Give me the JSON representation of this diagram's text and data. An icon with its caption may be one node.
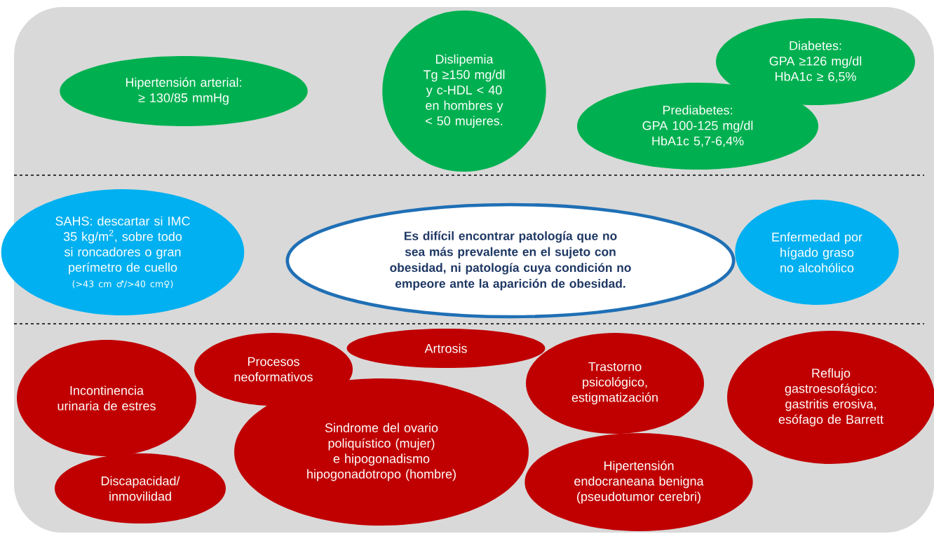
{
  "diagram": {
    "nodes": [
      {
        "text": [
          "Hipertensión arterial:",
          "≥ 130/85 mmHg"
        ]
      },
      {
        "text": [
          "Dislipemia",
          "Tg ≥150 mg/dl y c-HDL < 40 en hombres y < 50 mujeres."
        ]
      },
      {
        "text": [
          "Diabetes:",
          "GPA ≥126 mg/dl",
          "HbA1c ≥ 6,5%"
        ]
      },
      {
        "text": [
          "Prediabetes:",
          "GPA 100-125 mg/dl",
          "HbA1c 5,7-6,4%"
        ]
      },
      {
        "text": [
          "SAHS: descartar si IMC 35 kg/m$^{2}$, sobre todo si roncadores o gran perímetro de cuello",
          "(>43 cm ♂/>40 cm♀)"
        ]
      },
      {
        "text": [
          "Es difícil encontrar patología que no sea más prevalente en el sujeto con obesidad, ni patología cuya condición no empeore ante la aparición de obesidad."
        ]
      },
      {
        "text": [
          "Enfermedad por hígado graso no alcohólico"
        ]
      },
      {
        "text": [
          "Incontinencia urinaria de estres"
        ]
      },
      {
        "text": [
          "Procesos neoformativos"
        ]
      },
      {
        "text": [
          "Artrosis"
        ]
      },
      {
        "text": [
          "Trastorno psicológico, estigmatización"
        ]
      },
      {
        "text": [
          "Reflujo gastroesofágico: gastritis erosiva, esófago de Barrett"
        ]
      },
      {
        "text": [
          "Discapacidad/ inmovilidad"
        ]
      },
      {
        "text": [
          "Sindrome del ovario poliquístico (mujer) e hipogonadismo hipogonadotropo (hombre)"
        ]
      },
      {
        "text": [
          "Hipertensión endocraneana benigna (pseudotumor cerebri)"
        ]
      }
    ]
  }
}
